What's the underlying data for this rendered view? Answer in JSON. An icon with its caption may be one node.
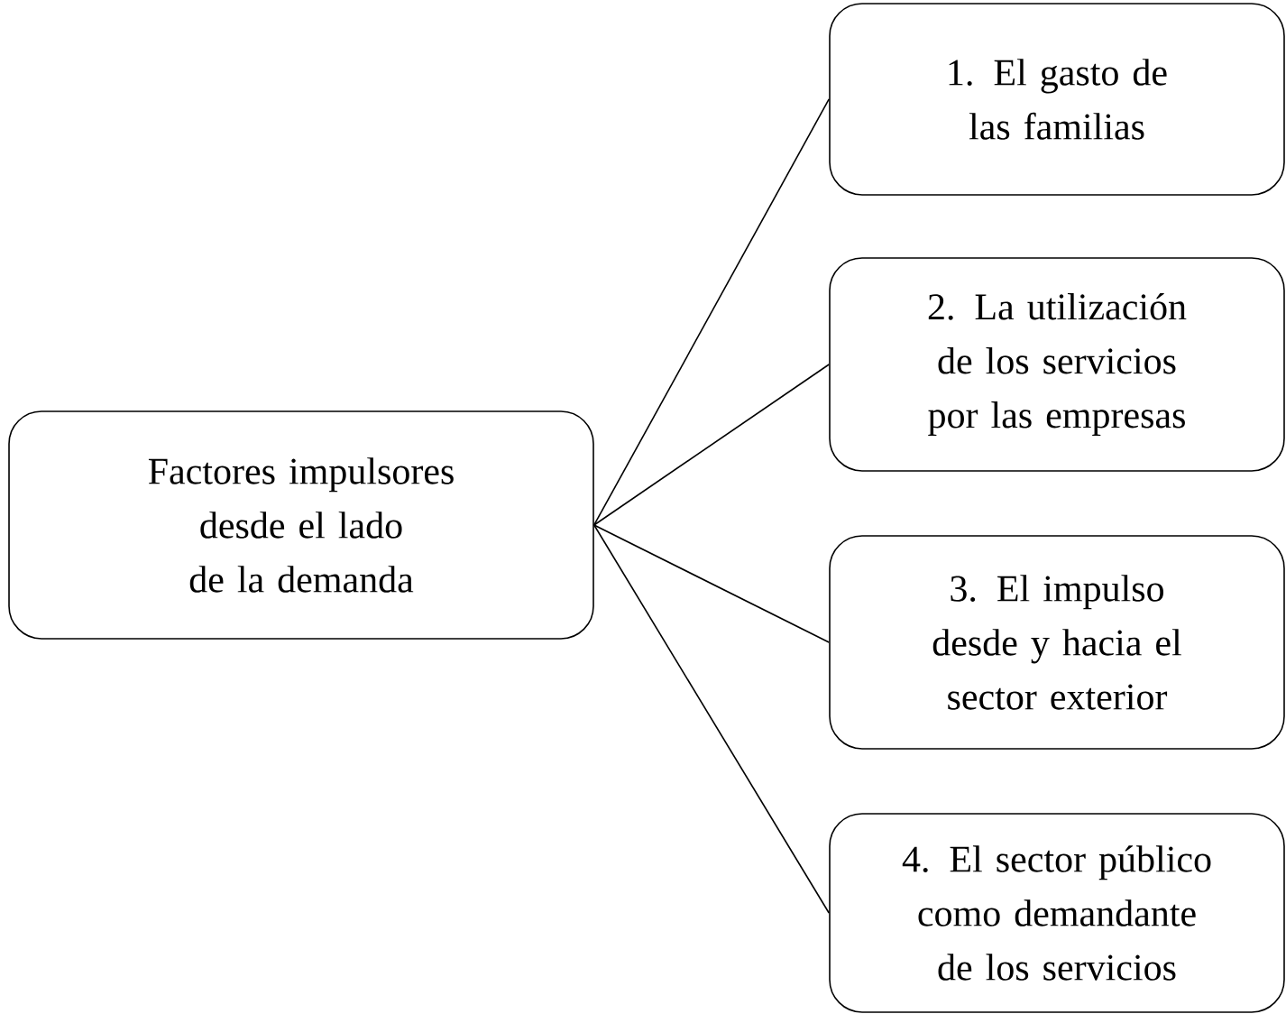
{
  "diagram": {
    "nodes": [
      {
        "text": [
          "Factores impulsores desde el lado de la demanda"
        ]
      },
      {
        "text": [
          "1. El gasto de las familias"
        ]
      },
      {
        "text": [
          "2. La utilización de los servicios por las empresas"
        ]
      },
      {
        "text": [
          "3. El impulso desde y hacia el sector exterior"
        ]
      },
      {
        "text": [
          "4. El sector público como demandante de los servicios"
        ]
      }
    ],
    "edges": [
      {
        "from": 0,
        "to": 1,
        "arrow": "none"
      },
      {
        "from": 0,
        "to": 2,
        "arrow": "none"
      },
      {
        "from": 0,
        "to": 3,
        "arrow": "none"
      },
      {
        "from": 0,
        "to": 4,
        "arrow": "none"
      }
    ]
  }
}
